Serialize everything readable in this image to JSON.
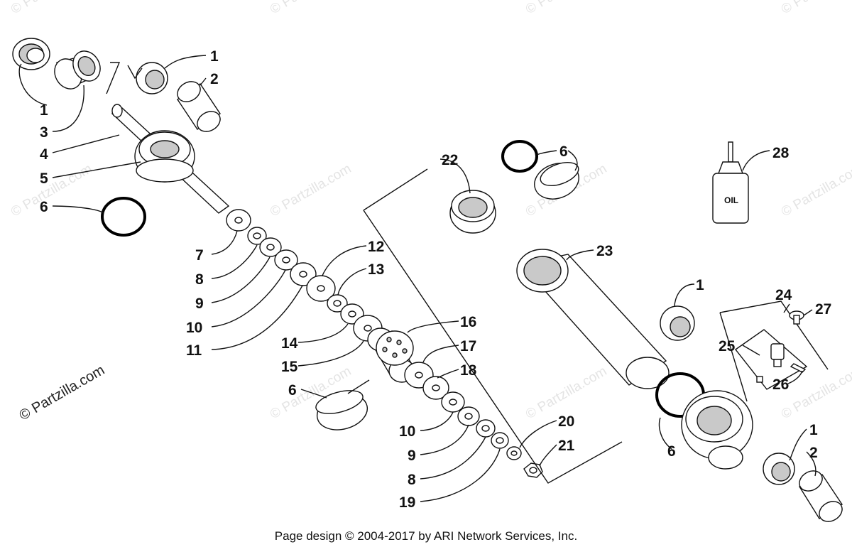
{
  "diagram": {
    "part_numbers": {
      "n1": "1",
      "n2": "2",
      "n3": "3",
      "n4": "4",
      "n5": "5",
      "n6": "6",
      "n7": "7",
      "n8": "8",
      "n9": "9",
      "n10": "10",
      "n11": "11",
      "n12": "12",
      "n13": "13",
      "n14": "14",
      "n15": "15",
      "n16": "16",
      "n17": "17",
      "n18": "18",
      "n19": "19",
      "n20": "20",
      "n21": "21",
      "n22": "22",
      "n23": "23",
      "n24": "24",
      "n25": "25",
      "n26": "26",
      "n27": "27",
      "n28": "28"
    },
    "oil_bottle_label": "OIL",
    "watermark": "© Partzilla.com",
    "side_copyright": "© Partzilla.com"
  },
  "footer": {
    "text": "Page design © 2004-2017 by ARI Network Services, Inc."
  }
}
